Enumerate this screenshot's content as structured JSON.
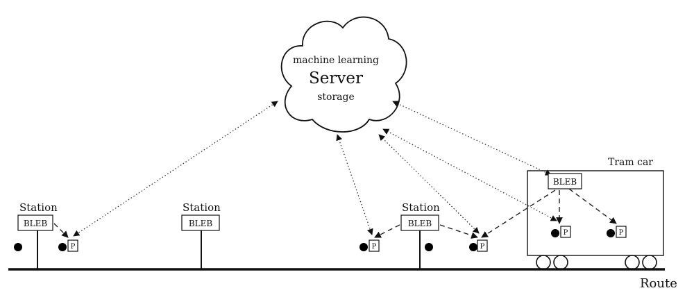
{
  "cloud": {
    "line1": "machine learning",
    "title": "Server",
    "line3": "storage"
  },
  "stations": [
    {
      "label": "Station",
      "device": "BLEB"
    },
    {
      "label": "Station",
      "device": "BLEB"
    },
    {
      "label": "Station",
      "device": "BLEB"
    }
  ],
  "tram": {
    "label": "Tram car",
    "device": "BLEB"
  },
  "phone_label": "P",
  "route_label": "Route",
  "colors": {
    "ink": "#111111",
    "background": "#ffffff"
  }
}
